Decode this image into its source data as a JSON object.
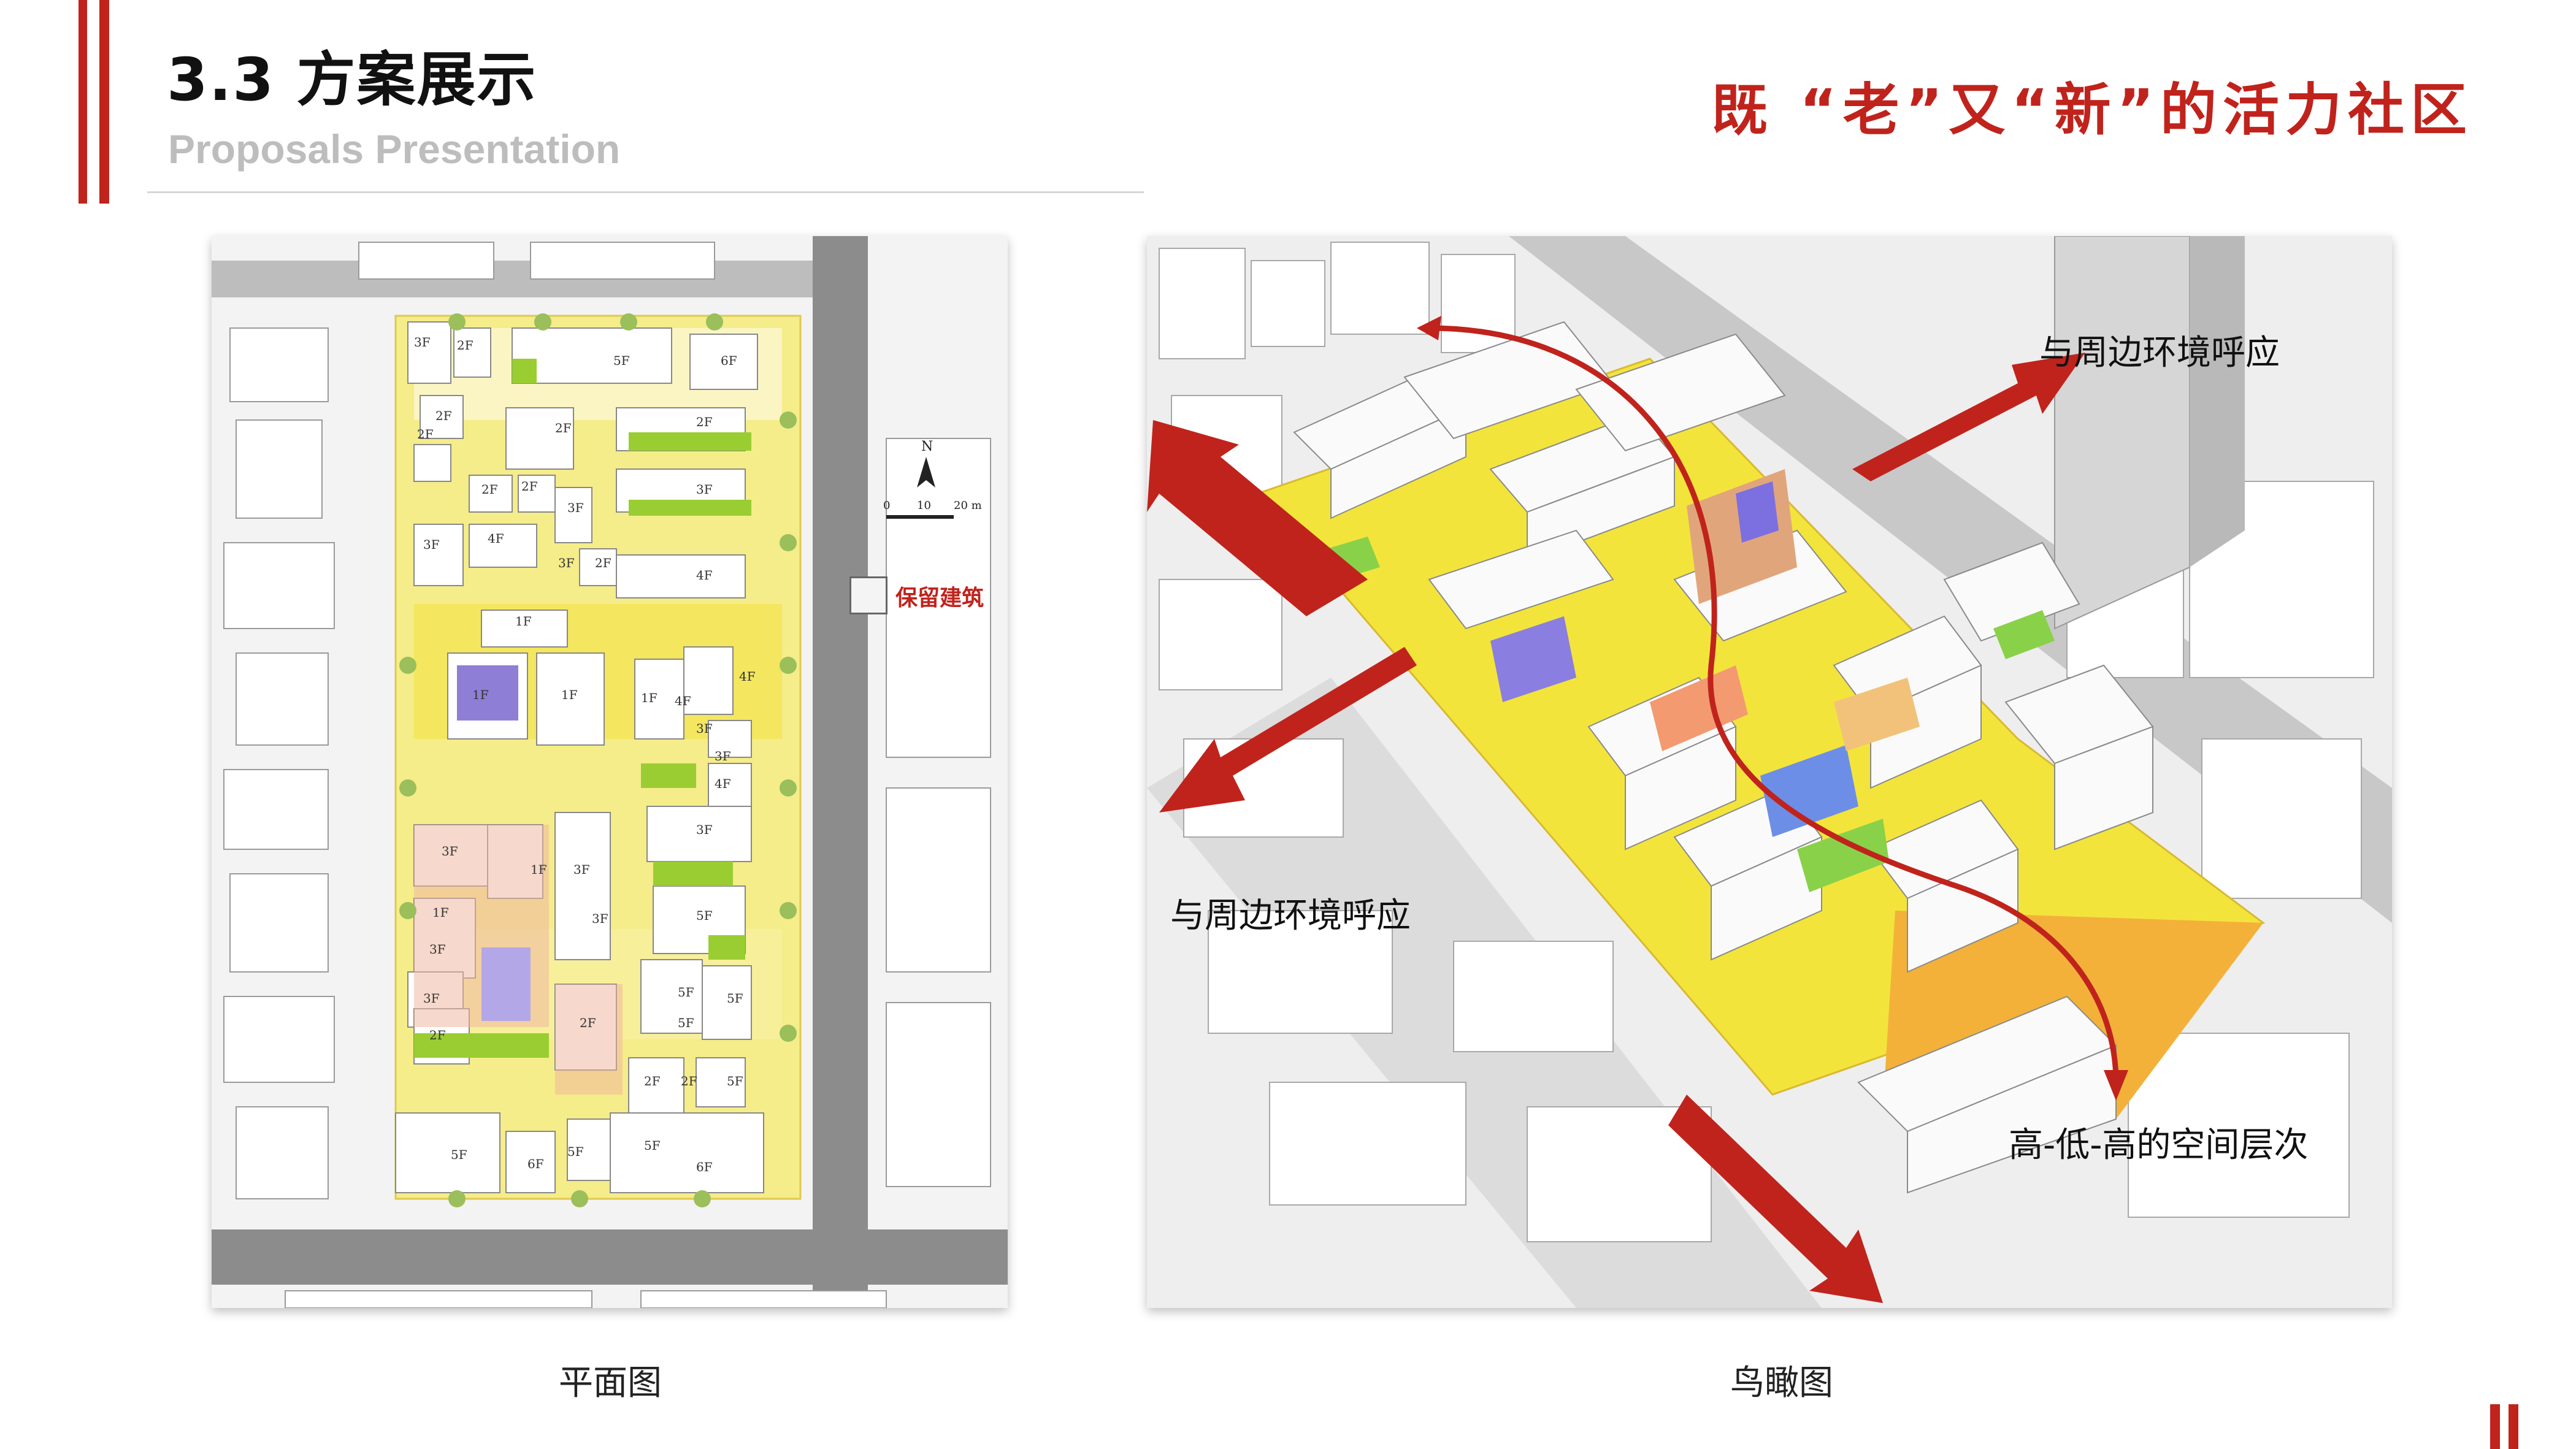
{
  "header": {
    "title": "3.3 方案展示",
    "subtitle": "Proposals Presentation",
    "tagline": "既 “老”又“新”的活力社区"
  },
  "plan": {
    "caption": "平面图",
    "legend_label": "保留建筑",
    "north_label": "N",
    "scale_labels": [
      "0",
      "10",
      "20 m"
    ],
    "floor_labels": [
      "3F",
      "2F",
      "5F",
      "6F",
      "2F",
      "2F",
      "2F",
      "2F",
      "2F",
      "2F",
      "3F",
      "3F",
      "4F",
      "3F",
      "2F",
      "4F",
      "3F",
      "4F",
      "1F",
      "1F",
      "1F",
      "1F",
      "4F",
      "3F",
      "3F",
      "4F",
      "3F",
      "3F",
      "1F",
      "3F",
      "1F",
      "3F",
      "5F",
      "3F",
      "2F",
      "5F",
      "5F",
      "5F",
      "5F",
      "2F",
      "2F",
      "2F",
      "5F",
      "5F",
      "6F",
      "5F",
      "6F",
      "3F"
    ]
  },
  "aerial": {
    "caption": "鸟瞰图",
    "callouts": [
      "与周边环境呼应",
      "与周边环境呼应",
      "高-低-高的空间层次"
    ]
  },
  "colors": {
    "accent": "#c0231c",
    "yellow": "#f5e44a",
    "orange": "#f2a63a",
    "green": "#9acd32"
  }
}
